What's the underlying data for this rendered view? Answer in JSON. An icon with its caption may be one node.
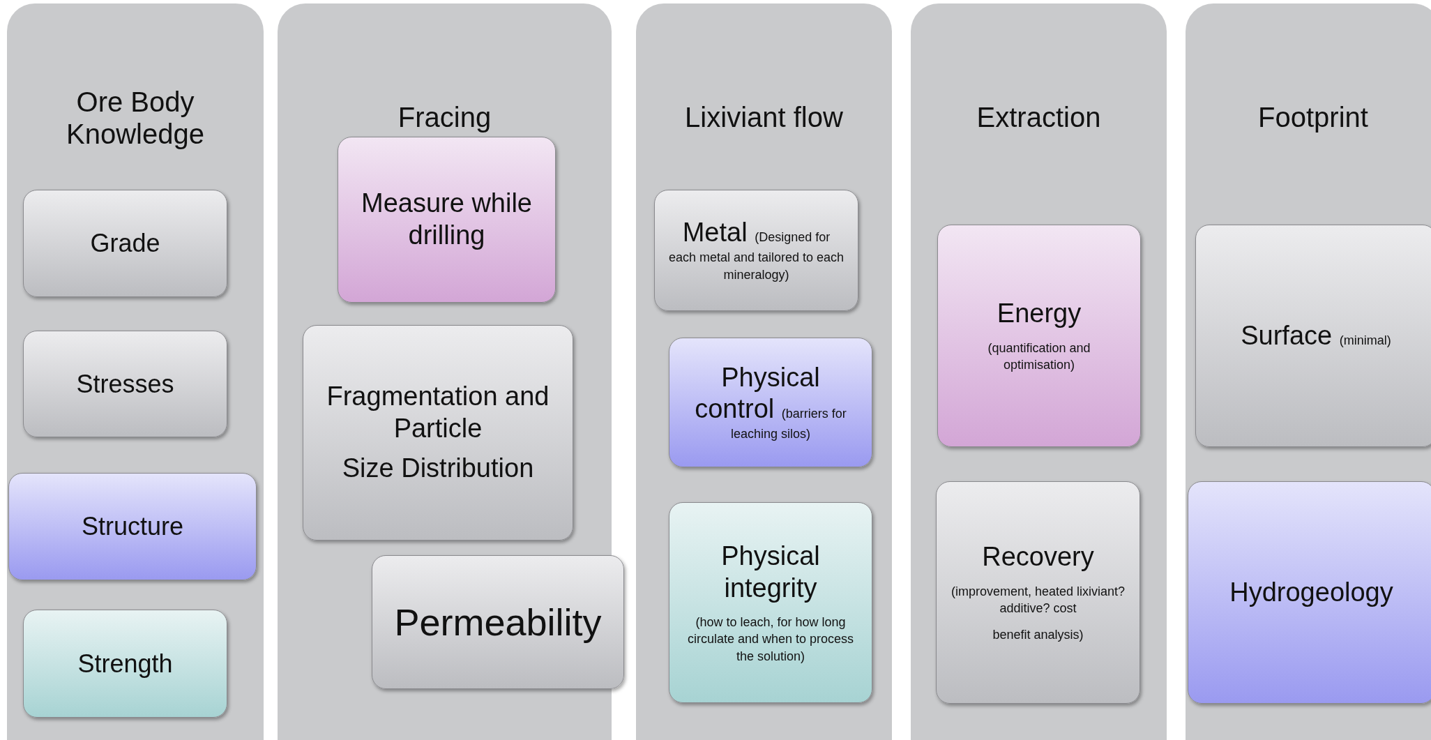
{
  "diagram": {
    "nodes": [
      {
        "text": [
          "Ore Body Knowledge"
        ]
      },
      {
        "text": [
          "Grade"
        ],
        "in": 0
      },
      {
        "text": [
          "Stresses"
        ],
        "in": 0
      },
      {
        "text": [
          "Structure"
        ],
        "in": 0
      },
      {
        "text": [
          "Strength"
        ],
        "in": 0
      },
      {
        "text": [
          "Fracing"
        ]
      },
      {
        "text": [
          "Measure while drilling"
        ],
        "in": 5
      },
      {
        "text": [
          "Fragmentation and Particle",
          "Size Distribution"
        ],
        "in": 5
      },
      {
        "text": [
          "Permeability"
        ],
        "in": 5
      },
      {
        "text": [
          "Lixiviant flow"
        ]
      },
      {
        "text": [
          "Metal",
          "(Designed for each metal and tailored to each mineralogy)"
        ],
        "in": 9
      },
      {
        "text": [
          "Physical control",
          "(barriers for leaching silos)"
        ],
        "in": 9
      },
      {
        "text": [
          "Physical integrity",
          "(how to leach, for how long circulate and when to process the solution)"
        ],
        "in": 9
      },
      {
        "text": [
          "Extraction"
        ]
      },
      {
        "text": [
          "Energy",
          "(quantification and optimisation)"
        ],
        "in": 13
      },
      {
        "text": [
          "Recovery",
          "(improvement, heated lixiviant? additive? cost",
          "benefit analysis)"
        ],
        "in": 13
      },
      {
        "text": [
          "Footprint"
        ]
      },
      {
        "text": [
          "Surface",
          "(minimal)"
        ],
        "in": 16
      },
      {
        "text": [
          "Hydrogeology"
        ],
        "in": 16
      }
    ]
  }
}
